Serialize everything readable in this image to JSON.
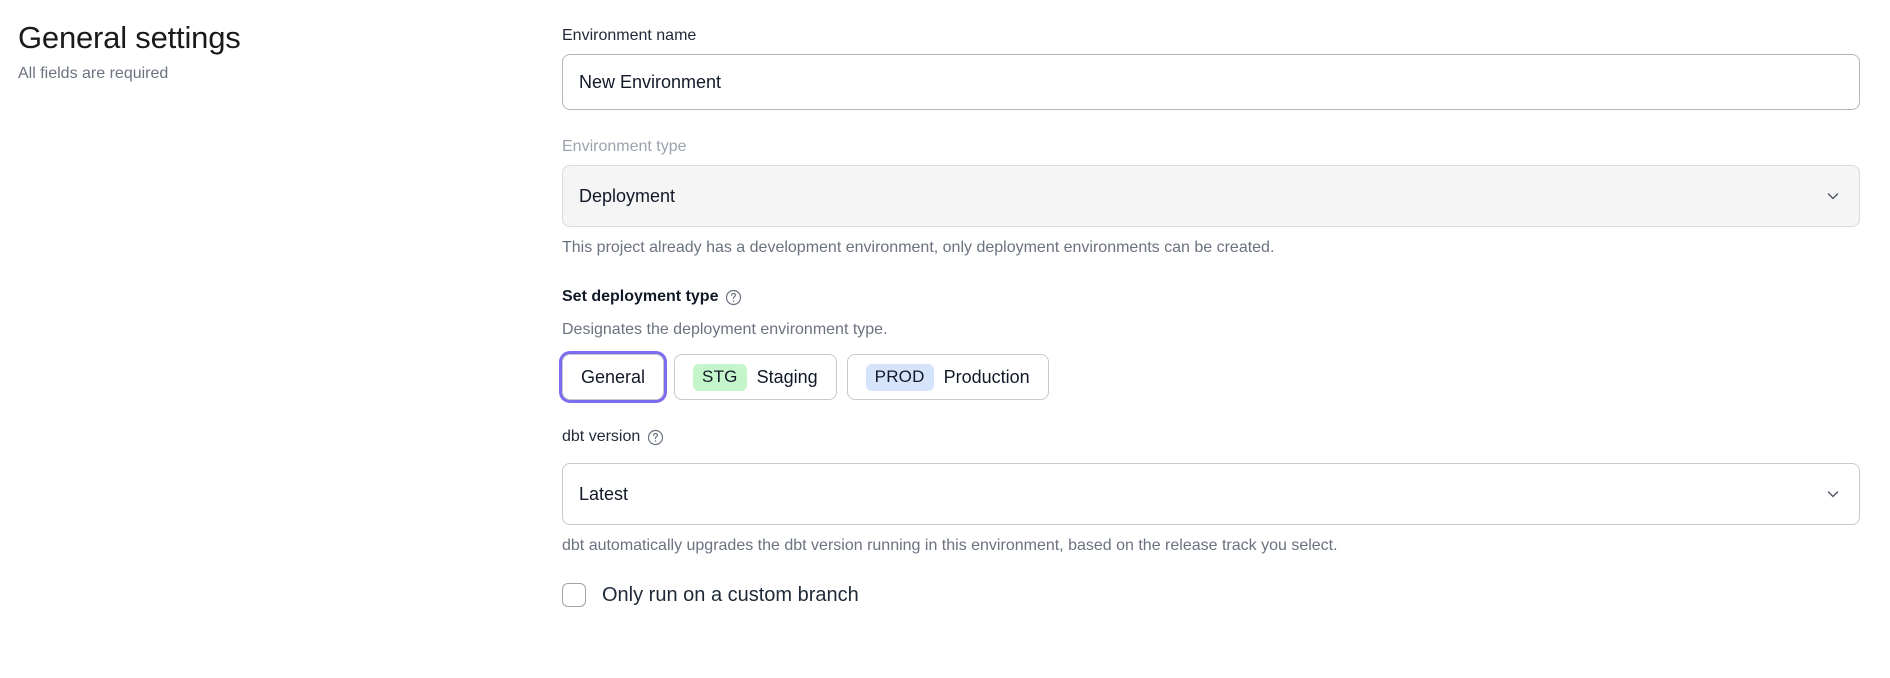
{
  "header": {
    "title": "General settings",
    "subtitle": "All fields are required"
  },
  "form": {
    "environment_name": {
      "label": "Environment name",
      "value": "New Environment",
      "placeholder": "Environment name"
    },
    "environment_type": {
      "label": "Environment type",
      "selected": "Deployment",
      "disabled": true,
      "helper_text": "This project already has a development environment, only deployment environments can be created.",
      "chevron_icon": "chevron-down-icon"
    },
    "deployment_type": {
      "label": "Set deployment type",
      "help_icon": "question-circle-icon",
      "description": "Designates the deployment environment type.",
      "options": [
        {
          "label": "General",
          "badge": "",
          "badge_kind": "",
          "selected": true
        },
        {
          "label": "Staging",
          "badge": "STG",
          "badge_kind": "stg",
          "selected": false
        },
        {
          "label": "Production",
          "badge": "PROD",
          "badge_kind": "prod",
          "selected": false
        }
      ]
    },
    "dbt_version": {
      "label": "dbt version",
      "help_icon": "question-circle-icon",
      "selected": "Latest",
      "helper_text": "dbt automatically upgrades the dbt version running in this environment, based on the release track you select.",
      "chevron_icon": "chevron-down-icon"
    },
    "custom_branch": {
      "label": "Only run on a custom branch",
      "checked": false
    }
  },
  "colors": {
    "focus_ring": "#7c6df0",
    "badge_staging_bg": "#c5f5cb",
    "badge_production_bg": "#d6e4fb",
    "disabled_bg": "#f5f5f5",
    "muted_text": "#6b7280"
  }
}
